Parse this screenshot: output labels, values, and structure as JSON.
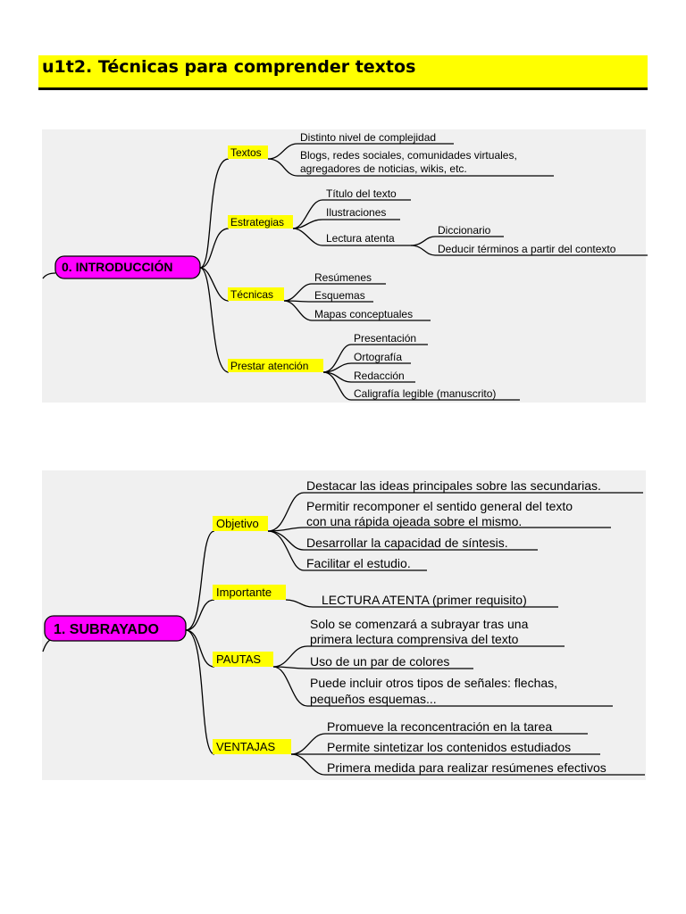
{
  "page_title": "u1t2. Técnicas para comprender textos",
  "colors": {
    "title_bg": "#ffff00",
    "root_bg": "#ff00ff",
    "branch_bg": "#ffff00",
    "panel_bg": "#f0f0f0"
  },
  "map1": {
    "root": "0. INTRODUCCIÓN",
    "branches": {
      "textos": "Textos",
      "estrategias": "Estrategias",
      "tecnicas": "Técnicas",
      "prestar": "Prestar atención"
    },
    "leaves": {
      "textos_1": "Distinto nivel de complejidad",
      "textos_2a": "Blogs, redes sociales, comunidades virtuales,",
      "textos_2b": "agregadores de noticias, wikis, etc.",
      "estr_1": "Título del texto",
      "estr_2": "Ilustraciones",
      "estr_3": "Lectura atenta",
      "estr_3_1": "Diccionario",
      "estr_3_2": "Deducir términos a partir del contexto",
      "tec_1": "Resúmenes",
      "tec_2": "Esquemas",
      "tec_3": "Mapas conceptuales",
      "pres_1": "Presentación",
      "pres_2": "Ortografía",
      "pres_3": "Redacción",
      "pres_4": "Caligrafía legible (manuscrito)"
    }
  },
  "map2": {
    "root": "1. SUBRAYADO",
    "branches": {
      "objetivo": "Objetivo",
      "importante": "Importante",
      "pautas": "PAUTAS",
      "ventajas": "VENTAJAS"
    },
    "leaves": {
      "obj_1": "Destacar las ideas principales sobre las secundarias.",
      "obj_2a": "Permitir recomponer el sentido general del texto",
      "obj_2b": "con una rápida ojeada sobre el mismo.",
      "obj_3": "Desarrollar la capacidad de síntesis.",
      "obj_4": "Facilitar el estudio.",
      "imp_1": "LECTURA ATENTA (primer requisito)",
      "pau_1a": "Solo se comenzará a subrayar tras una",
      "pau_1b": "primera lectura comprensiva del texto",
      "pau_2": "Uso de un par de colores",
      "pau_3a": "Puede incluir otros tipos de señales: flechas,",
      "pau_3b": "pequeños esquemas...",
      "ven_1": "Promueve la reconcentración en la tarea",
      "ven_2": "Permite sintetizar los contenidos estudiados",
      "ven_3": "Primera medida para realizar resúmenes efectivos"
    }
  }
}
